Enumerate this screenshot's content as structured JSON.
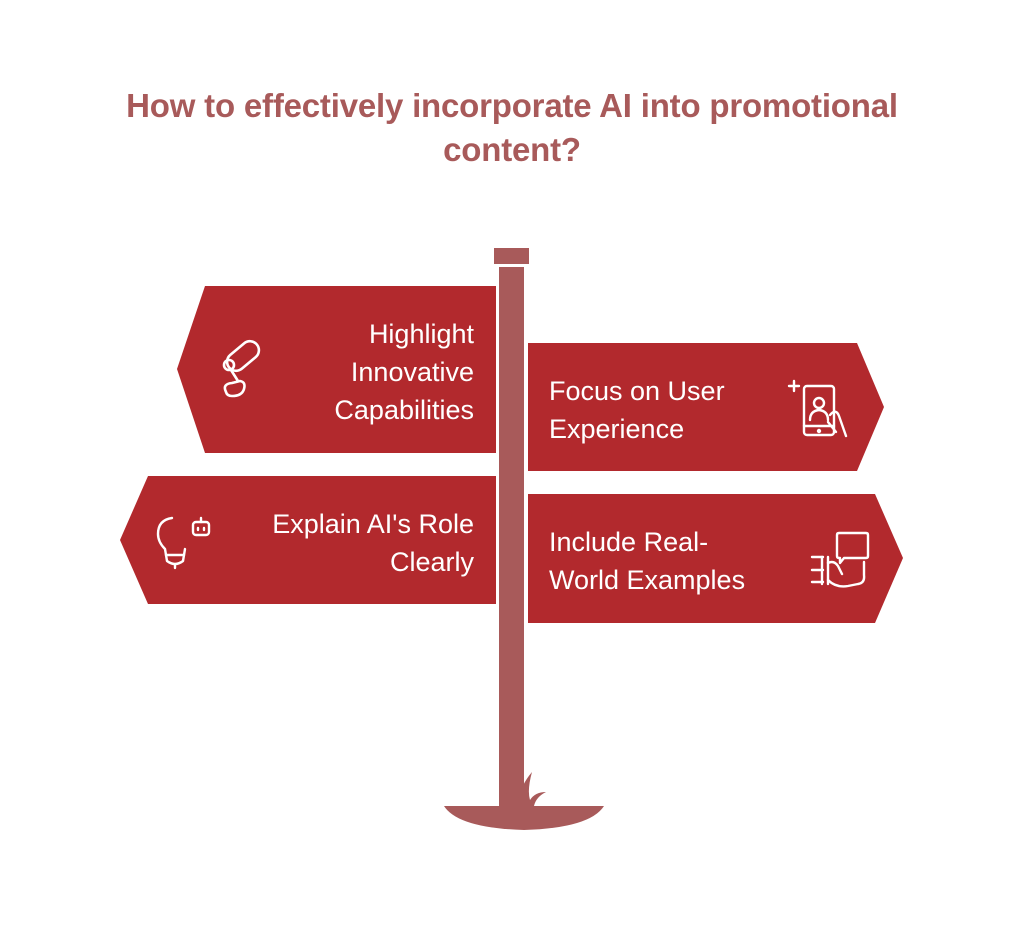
{
  "title": {
    "line1": "How to effectively incorporate AI into promotional",
    "line2": "content?"
  },
  "colors": {
    "title": "#a85a5a",
    "sign": "#b2292d",
    "pole": "#a85a5a",
    "text": "#ffffff"
  },
  "signs": [
    {
      "direction": "left",
      "icon": "microphone-icon",
      "lines": [
        "Highlight",
        "Innovative",
        "Capabilities"
      ]
    },
    {
      "direction": "right",
      "icon": "phone-user-touch-icon",
      "lines": [
        "Focus on User",
        "Experience"
      ]
    },
    {
      "direction": "left",
      "icon": "lightbulb-robot-icon",
      "lines": [
        "Explain AI's Role",
        "Clearly"
      ]
    },
    {
      "direction": "right",
      "icon": "hand-speech-bubble-icon",
      "lines": [
        "Include Real-",
        "World Examples"
      ]
    }
  ]
}
